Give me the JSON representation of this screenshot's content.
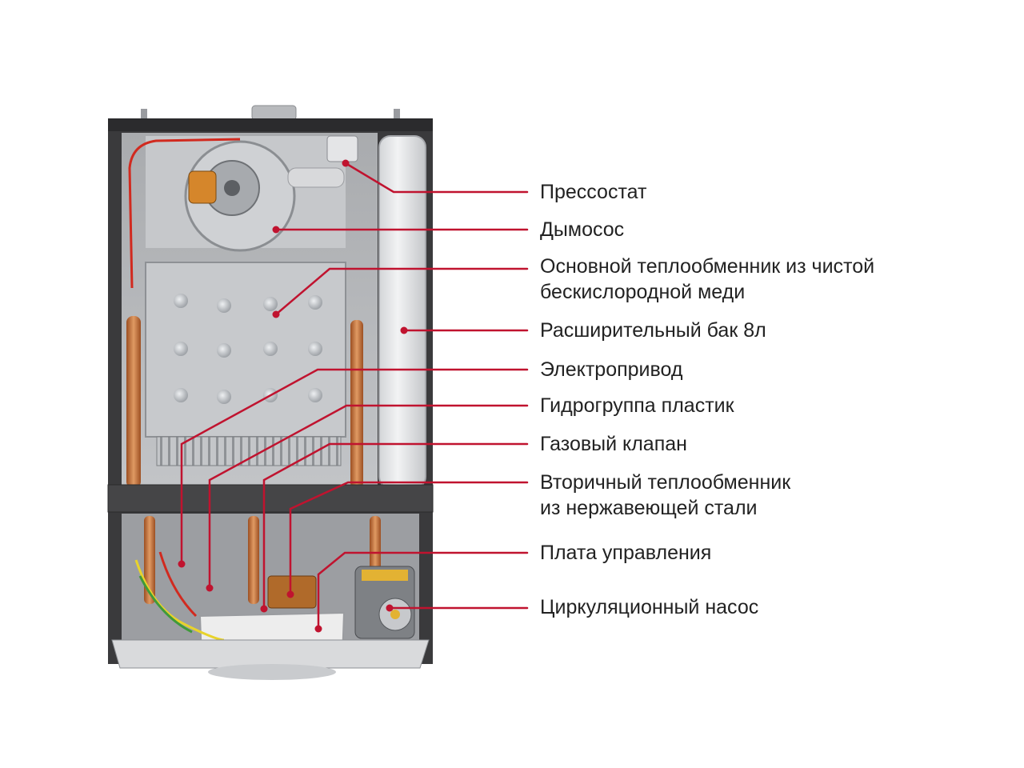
{
  "colors": {
    "leader_line": "#c0132f",
    "label_text": "#222222",
    "case_dark": "#3a3a3c",
    "panel_steel": "#b4b6b9",
    "exchanger_steel": "#c7c9cc",
    "expansion_tank": "#e6e7e9",
    "copper_pipe": "#c9733e",
    "board_housing": "#ededed"
  },
  "callouts": [
    {
      "id": "pressostat",
      "lines": [
        "Прессостат"
      ]
    },
    {
      "id": "fan",
      "lines": [
        "Дымосос"
      ]
    },
    {
      "id": "main-heat-exchanger",
      "lines": [
        "Основной теплообменник из чистой",
        "бескислородной меди"
      ]
    },
    {
      "id": "expansion-tank",
      "lines": [
        "Расширительный бак 8л"
      ]
    },
    {
      "id": "actuator",
      "lines": [
        "Электропривод"
      ]
    },
    {
      "id": "hydro-group",
      "lines": [
        "Гидрогруппа пластик"
      ]
    },
    {
      "id": "gas-valve",
      "lines": [
        "Газовый клапан"
      ]
    },
    {
      "id": "secondary-heat-exchanger",
      "lines": [
        "Вторичный теплообменник",
        "из нержавеющей стали"
      ]
    },
    {
      "id": "control-board",
      "lines": [
        "Плата управления"
      ]
    },
    {
      "id": "circulation-pump",
      "lines": [
        "Циркуляционный насос"
      ]
    }
  ]
}
